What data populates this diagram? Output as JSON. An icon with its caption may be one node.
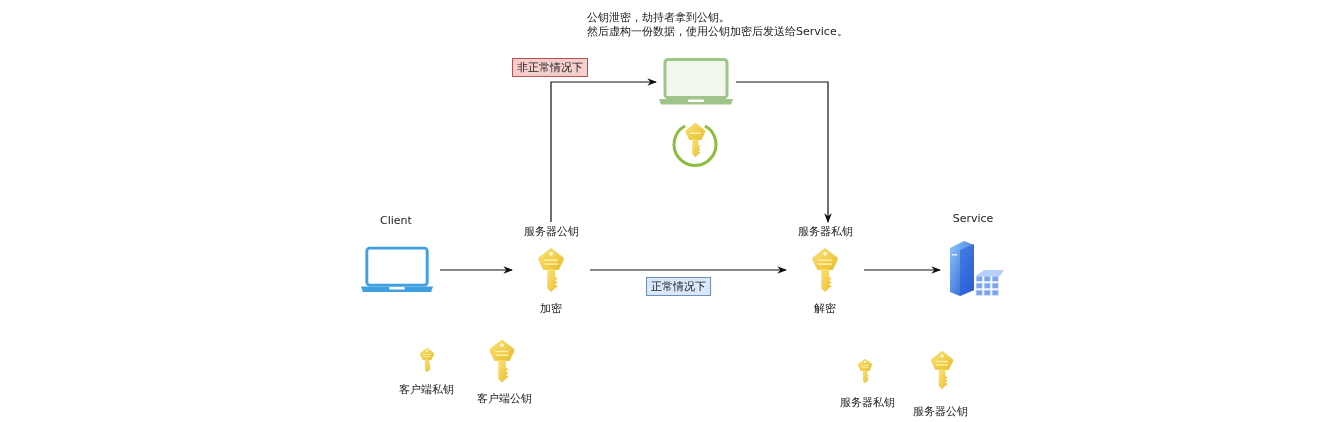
{
  "diagram": {
    "nodes": [
      {
        "text": [
          "Client"
        ]
      },
      {
        "text": [
          "服务器公钥",
          "加密"
        ]
      },
      {
        "text": [
          "服务器私钥",
          "解密"
        ]
      },
      {
        "text": [
          "Service"
        ]
      },
      {
        "text": [],
        "shape": "laptop"
      }
    ],
    "edges": [
      {
        "from": 0,
        "to": 1,
        "arrow": "to"
      },
      {
        "from": 1,
        "to": 2,
        "arrow": "to",
        "label": "正常情况下"
      },
      {
        "from": 2,
        "to": 3,
        "arrow": "to"
      },
      {
        "from": 1,
        "to": 4,
        "arrow": "to",
        "label": "非正常情况下"
      },
      {
        "from": 4,
        "to": 2,
        "arrow": "to"
      }
    ],
    "labels": [
      "公钥泄密，劫持者拿到公钥。",
      "然后虚构一份数据，使用公钥加密后发送给Service。",
      "客户端私钥",
      "客户端公钥",
      "服务器私钥",
      "服务器公钥"
    ]
  }
}
